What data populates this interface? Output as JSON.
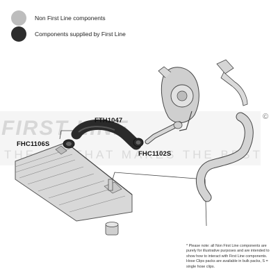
{
  "legend": {
    "non_first_line": {
      "label": "Non First Line components",
      "color": "#bdbdbd"
    },
    "first_line": {
      "label": "Components supplied by First Line",
      "color": "#2d2d2d"
    }
  },
  "parts": [
    {
      "code": "FTH1047",
      "supplied_by": "First Line"
    },
    {
      "code": "FHC1106S",
      "supplied_by": "First Line"
    },
    {
      "code": "FHC1102S",
      "supplied_by": "First Line"
    }
  ],
  "watermark": {
    "brand": "FIRST LINE",
    "slogan": "THE BIT THAT MAKES THE BEST",
    "copyright": "©"
  },
  "note": "* Please note: all Non First Line components are purely for illustrative purposes and are intended to show how to interact with First Line components. Hose Clips packs are available in bulk packs, S = single hose clips."
}
